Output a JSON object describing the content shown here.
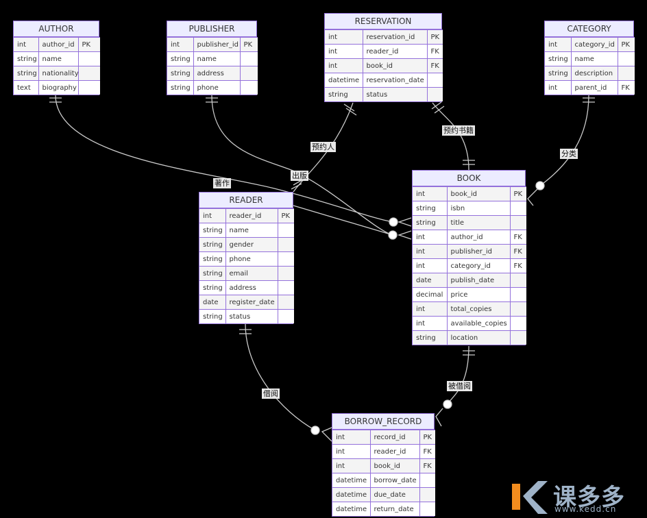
{
  "diagram": {
    "entities": {
      "author": {
        "name": "AUTHOR",
        "rows": [
          [
            "int",
            "author_id",
            "PK"
          ],
          [
            "string",
            "name",
            ""
          ],
          [
            "string",
            "nationality",
            ""
          ],
          [
            "text",
            "biography",
            ""
          ]
        ]
      },
      "publisher": {
        "name": "PUBLISHER",
        "rows": [
          [
            "int",
            "publisher_id",
            "PK"
          ],
          [
            "string",
            "name",
            ""
          ],
          [
            "string",
            "address",
            ""
          ],
          [
            "string",
            "phone",
            ""
          ]
        ]
      },
      "reservation": {
        "name": "RESERVATION",
        "rows": [
          [
            "int",
            "reservation_id",
            "PK"
          ],
          [
            "int",
            "reader_id",
            "FK"
          ],
          [
            "int",
            "book_id",
            "FK"
          ],
          [
            "datetime",
            "reservation_date",
            ""
          ],
          [
            "string",
            "status",
            ""
          ]
        ]
      },
      "category": {
        "name": "CATEGORY",
        "rows": [
          [
            "int",
            "category_id",
            "PK"
          ],
          [
            "string",
            "name",
            ""
          ],
          [
            "string",
            "description",
            ""
          ],
          [
            "int",
            "parent_id",
            "FK"
          ]
        ]
      },
      "book": {
        "name": "BOOK",
        "rows": [
          [
            "int",
            "book_id",
            "PK"
          ],
          [
            "string",
            "isbn",
            ""
          ],
          [
            "string",
            "title",
            ""
          ],
          [
            "int",
            "author_id",
            "FK"
          ],
          [
            "int",
            "publisher_id",
            "FK"
          ],
          [
            "int",
            "category_id",
            "FK"
          ],
          [
            "date",
            "publish_date",
            ""
          ],
          [
            "decimal",
            "price",
            ""
          ],
          [
            "int",
            "total_copies",
            ""
          ],
          [
            "int",
            "available_copies",
            ""
          ],
          [
            "string",
            "location",
            ""
          ]
        ]
      },
      "reader": {
        "name": "READER",
        "rows": [
          [
            "int",
            "reader_id",
            "PK"
          ],
          [
            "string",
            "name",
            ""
          ],
          [
            "string",
            "gender",
            ""
          ],
          [
            "string",
            "phone",
            ""
          ],
          [
            "string",
            "email",
            ""
          ],
          [
            "string",
            "address",
            ""
          ],
          [
            "date",
            "register_date",
            ""
          ],
          [
            "string",
            "status",
            ""
          ]
        ]
      },
      "borrow_record": {
        "name": "BORROW_RECORD",
        "rows": [
          [
            "int",
            "record_id",
            "PK"
          ],
          [
            "int",
            "reader_id",
            "FK"
          ],
          [
            "int",
            "book_id",
            "FK"
          ],
          [
            "datetime",
            "borrow_date",
            ""
          ],
          [
            "datetime",
            "due_date",
            ""
          ],
          [
            "datetime",
            "return_date",
            ""
          ]
        ]
      }
    },
    "relationships": {
      "author_book": "著作",
      "publisher_book": "出版",
      "reader_reservation": "预约人",
      "reservation_book": "预约书籍",
      "category_book": "分类",
      "reader_borrow": "借阅",
      "book_borrow": "被借阅"
    }
  },
  "watermark": {
    "brand": "课多多",
    "url": "www.kedd.cn"
  },
  "colors": {
    "entity_fill": "#ececff",
    "entity_border": "#9370db",
    "line": "#cccccc",
    "background": "#000000"
  }
}
